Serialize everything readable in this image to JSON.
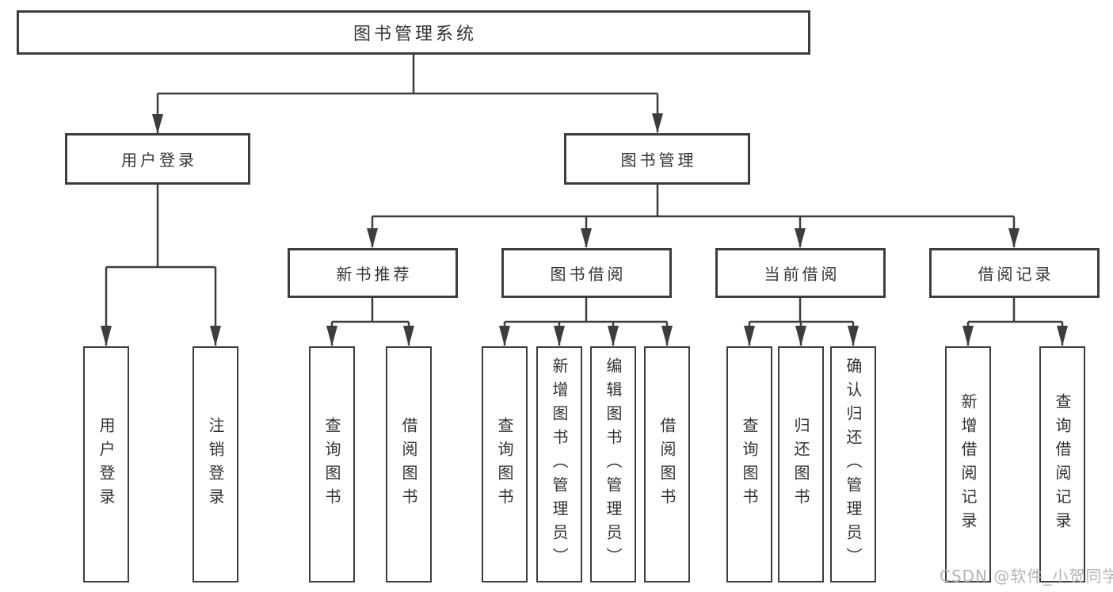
{
  "diagram_title": "图书管理系统",
  "tree": {
    "root": {
      "label": "图书管理系统"
    },
    "branches": [
      {
        "label": "用户登录",
        "children": [
          {
            "label": "用户登录"
          },
          {
            "label": "注销登录"
          }
        ]
      },
      {
        "label": "图书管理",
        "children": [
          {
            "label": "新书推荐",
            "children": [
              {
                "label": "查询图书"
              },
              {
                "label": "借阅图书"
              }
            ]
          },
          {
            "label": "图书借阅",
            "children": [
              {
                "label": "查询图书"
              },
              {
                "label": "新增图书（管理员）"
              },
              {
                "label": "编辑图书（管理员）"
              },
              {
                "label": "借阅图书"
              }
            ]
          },
          {
            "label": "当前借阅",
            "children": [
              {
                "label": "查询图书"
              },
              {
                "label": "归还图书"
              },
              {
                "label": "确认归还（管理员）"
              }
            ]
          },
          {
            "label": "借阅记录",
            "children": [
              {
                "label": "新增借阅记录"
              },
              {
                "label": "查询借阅记录"
              }
            ]
          }
        ]
      }
    ]
  },
  "watermark": {
    "text": "CSDN @软件_小贺同学"
  },
  "colors": {
    "line": "#3d3d3d",
    "box_border": "#3d3d3d",
    "text": "#333333",
    "watermark": "#b3b3b3",
    "background": "#ffffff"
  }
}
